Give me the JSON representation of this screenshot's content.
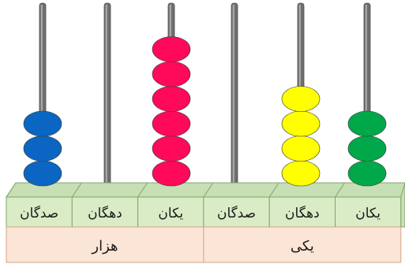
{
  "columns": [
    {
      "label": "صدگان",
      "beads": 3,
      "color": "#0a66c2"
    },
    {
      "label": "دهگان",
      "beads": 0,
      "color": ""
    },
    {
      "label": "یکان",
      "beads": 6,
      "color": "#ff0a5a"
    },
    {
      "label": "صدگان",
      "beads": 0,
      "color": ""
    },
    {
      "label": "دهگان",
      "beads": 4,
      "color": "#ffff00"
    },
    {
      "label": "یکان",
      "beads": 3,
      "color": "#00a84a"
    }
  ],
  "groups": [
    {
      "label": "هزار",
      "span": [
        0,
        2
      ]
    },
    {
      "label": "یکی",
      "span": [
        3,
        5
      ]
    }
  ],
  "colors": {
    "rod": "#6f6f6f",
    "base_top": "#c7dfb4",
    "base_front": "#d9ecc6",
    "base_stroke": "#7fa567",
    "group_fill": "#fbe5d6",
    "group_stroke": "#d6a48a"
  }
}
